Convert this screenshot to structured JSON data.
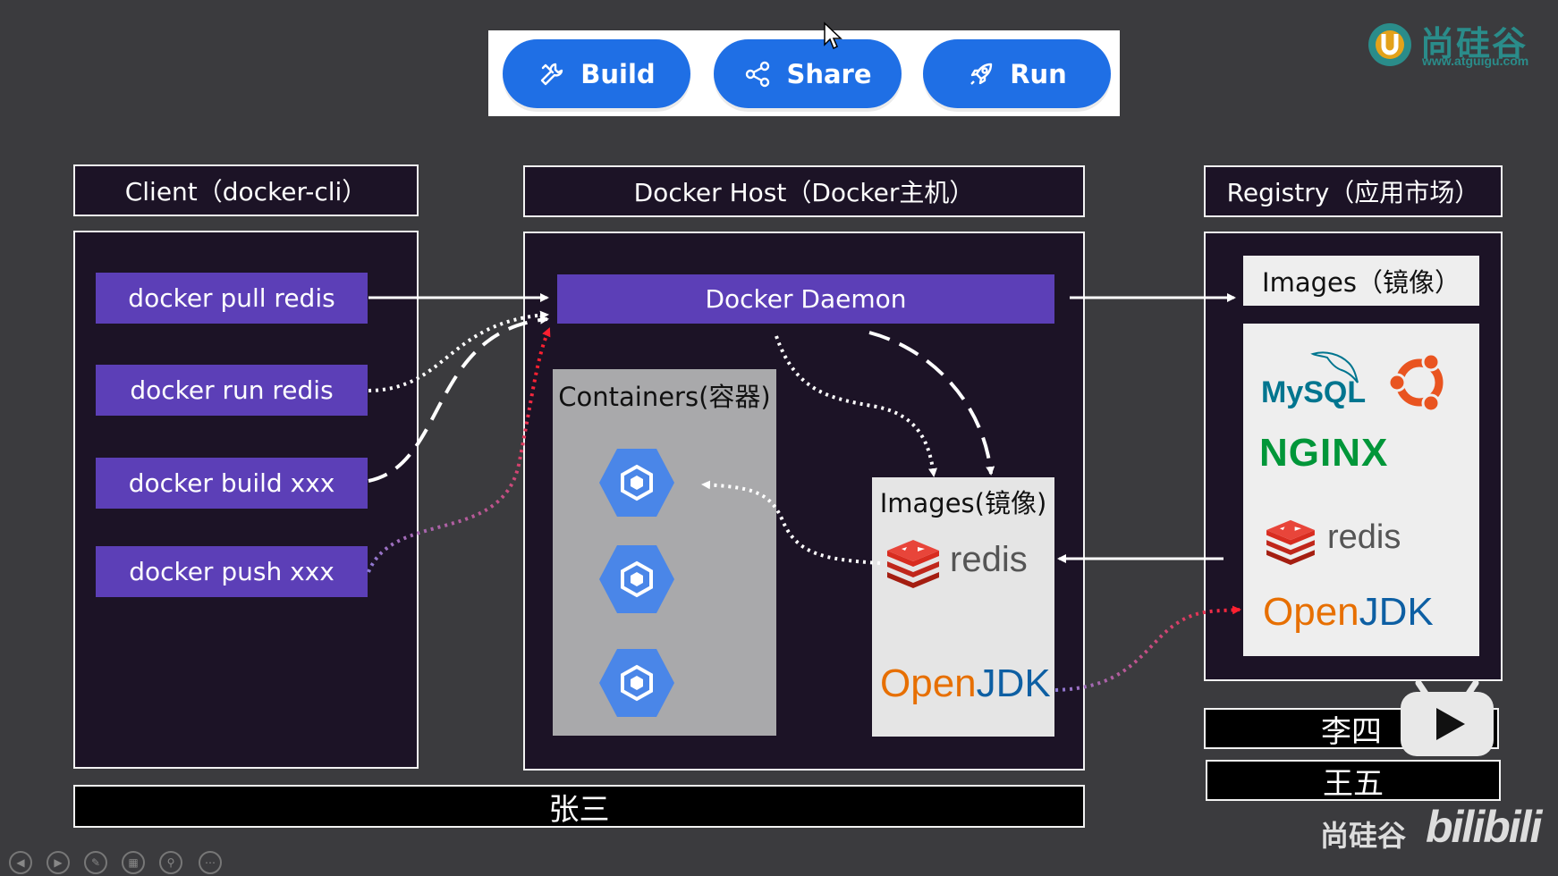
{
  "toolbar": {
    "build_label": "Build",
    "share_label": "Share",
    "run_label": "Run"
  },
  "client": {
    "title": "Client（docker-cli）",
    "commands": [
      "docker pull redis",
      "docker run redis",
      "docker build xxx",
      "docker push xxx"
    ]
  },
  "host": {
    "title": "Docker Host（Docker主机）",
    "daemon_label": "Docker  Daemon",
    "containers_label": "Containers(容器)",
    "images_label": "Images(镜像)",
    "images": [
      "redis",
      "OpenJDK"
    ]
  },
  "registry": {
    "title": "Registry（应用市场）",
    "images_label": "Images（镜像）",
    "images": [
      "MySQL",
      "NGINX",
      "redis",
      "OpenJDK"
    ]
  },
  "users": {
    "zhangsan": "张三",
    "lisi": "李四",
    "wangwu": "王五"
  },
  "branding": {
    "logo_cn": "尚硅谷",
    "logo_url": "www.atguigu.com",
    "watermark_cn": "尚硅谷",
    "watermark_site": "bilibili"
  },
  "colors": {
    "accent_blue": "#1f6fe5",
    "command_purple": "#5c3fb7",
    "panel_dark": "#1c1326",
    "redis_red": "#d82c20",
    "openjdk_orange": "#e76f00",
    "openjdk_blue": "#0d5fa3",
    "nginx_green": "#009639",
    "mysql_blue": "#00758f",
    "ubuntu_orange": "#e95420"
  }
}
